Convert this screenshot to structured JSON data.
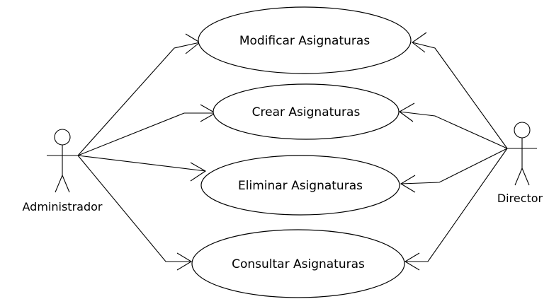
{
  "diagram": {
    "type": "use-case",
    "actors": {
      "left": "Administrador",
      "right": "Director"
    },
    "use_cases": [
      "Modificar Asignaturas",
      "Crear Asignaturas",
      "Eliminar Asignaturas",
      "Consultar Asignaturas"
    ]
  }
}
